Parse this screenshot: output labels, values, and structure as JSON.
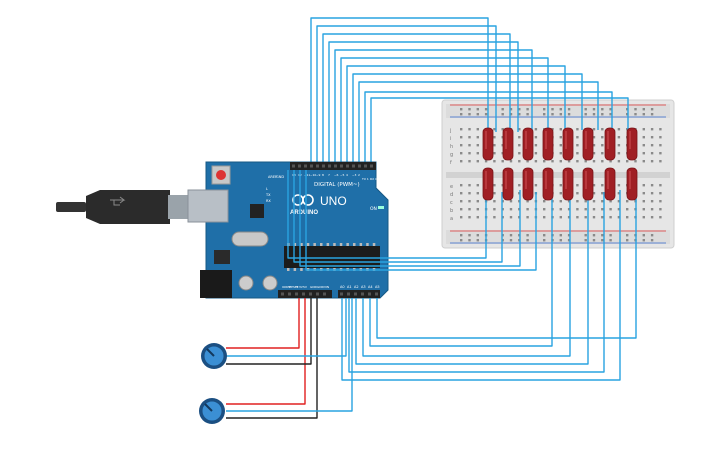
{
  "board": {
    "name": "UNO",
    "brand": "ARDUINO",
    "digital_label": "DIGITAL (PWM~)",
    "on_label": "ON",
    "aref_label": "AREF",
    "gnd_label": "GND",
    "tx_label": "TX",
    "rx_label": "RX",
    "l_label": "L",
    "power_pin_labels": [
      "IOREF",
      "RESET",
      "3.3V",
      "5V",
      "GND",
      "GND",
      "VIN"
    ],
    "analog_pin_labels": [
      "A0",
      "A1",
      "A2",
      "A3",
      "A4",
      "A5"
    ],
    "digital_pin_labels": [
      "13",
      "12",
      "~11",
      "~10",
      "~9",
      "8",
      "7",
      "~6",
      "~5",
      "4",
      "~3",
      "2",
      "TX 1",
      "RX 0"
    ]
  },
  "breadboard": {
    "row_letters_top": [
      "j",
      "i",
      "h",
      "g",
      "f"
    ],
    "row_letters_bottom": [
      "e",
      "d",
      "c",
      "b",
      "a"
    ],
    "led_count": 16
  },
  "colors": {
    "board_blue": "#1f6fa8",
    "board_dark": "#175985",
    "wire_blue": "#29a3e0",
    "wire_red": "#e02020",
    "wire_black": "#222222",
    "led_red": "#a01f24",
    "breadboard": "#e6e6e6",
    "rail_red": "#d33",
    "rail_blue": "#36c"
  },
  "components": {
    "usb_cable": "usb-cable-icon",
    "potentiometer": "potentiometer-icon",
    "led": "led-icon"
  }
}
